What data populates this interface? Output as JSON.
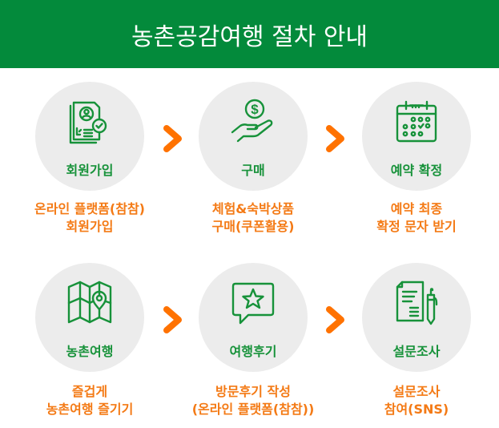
{
  "header": {
    "title": "농촌공감여행 절차 안내"
  },
  "colors": {
    "header_bg": "#038a3b",
    "icon_green": "#17923a",
    "accent_orange": "#f47a15",
    "circle_bg": "#ececec"
  },
  "steps": [
    {
      "icon": "member-profile-document-check-icon",
      "label": "회원가입",
      "desc": [
        "온라인 플랫폼(참참)",
        "회원가입"
      ]
    },
    {
      "icon": "hand-holding-coin-icon",
      "label": "구매",
      "desc": [
        "체험&숙박상품",
        "구매(쿠폰활용)"
      ]
    },
    {
      "icon": "calendar-check-icon",
      "label": "예약 확정",
      "desc": [
        "예약 최종",
        "확정 문자 받기"
      ]
    },
    {
      "icon": "map-location-pin-icon",
      "label": "농촌여행",
      "desc": [
        "즐겁게",
        "농촌여행 즐기기"
      ]
    },
    {
      "icon": "star-speech-bubble-icon",
      "label": "여행후기",
      "desc": [
        "방문후기 작성",
        "(온라인 플랫폼(참참))"
      ]
    },
    {
      "icon": "document-pen-icon",
      "label": "설문조사",
      "desc": [
        "설문조사",
        "참여(SNS)"
      ]
    }
  ],
  "arrows": [
    "chevron-right-icon",
    "chevron-right-icon",
    "chevron-right-icon",
    "chevron-right-icon"
  ]
}
